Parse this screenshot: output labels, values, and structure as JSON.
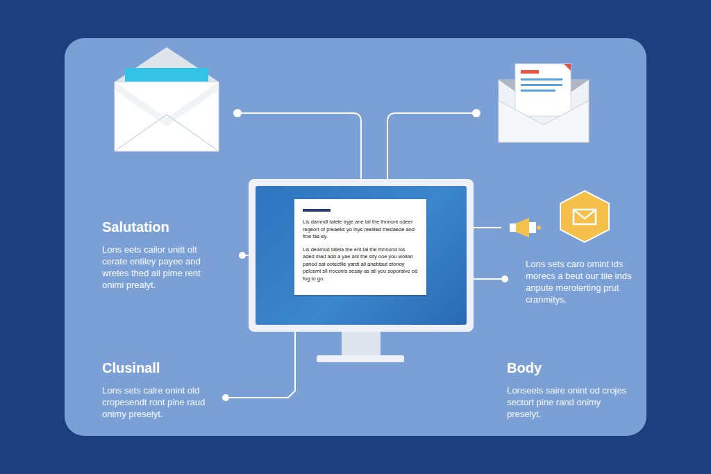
{
  "diagram": {
    "nodes": [
      {
        "text": [
          "Lis damndl tatele tryje ane tal the thnnont odeer regeort of preaeks yo inys reelited thedaede and fine fas ey.",
          "Lis deamod tatela trie ent tal the thnnond los aded mad add a yae ant the sity ooe you wolian panod sal ootectile yardt all anebtaut stonoy pelosmt sil rroconis sesay as atl you soporaive od fog to go."
        ]
      },
      {
        "text": [
          "Salutation",
          "Lons eets cailor unitt olt cerate entiley payee and wretes thed all pime rent onimi prealyt."
        ]
      },
      {
        "text": [
          "Lons sets caro omint ids morecs a beut our tile inds anpute merolerting prut cranmitys."
        ]
      },
      {
        "text": [
          "Clusinall",
          "Lons sets calre onint old cropesendt ront pine raud onimy preselyt."
        ]
      },
      {
        "text": [
          "Body",
          "Lonseels saire onint od crojes sectort pine rand onimy preselyt."
        ]
      }
    ],
    "edges": [
      {
        "from": 0,
        "to": 1,
        "arrow": "none"
      },
      {
        "from": 0,
        "to": 2,
        "arrow": "none"
      },
      {
        "from": 0,
        "to": 3,
        "arrow": "none"
      }
    ]
  }
}
